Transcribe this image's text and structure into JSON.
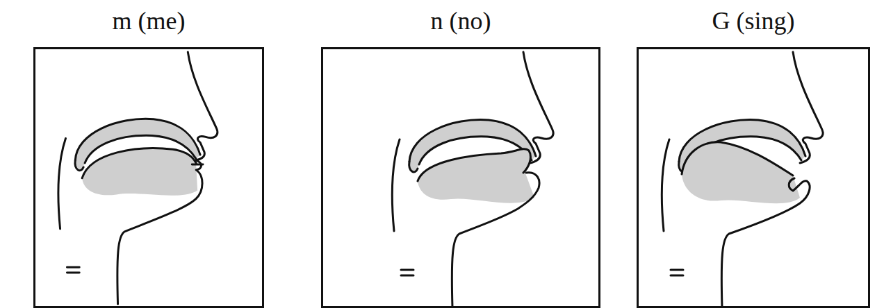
{
  "diagram": {
    "nodes": [
      {
        "text": [
          "m (me)"
        ]
      },
      {
        "text": [
          "n (no)"
        ]
      },
      {
        "text": [
          "G (sing)"
        ]
      }
    ]
  }
}
